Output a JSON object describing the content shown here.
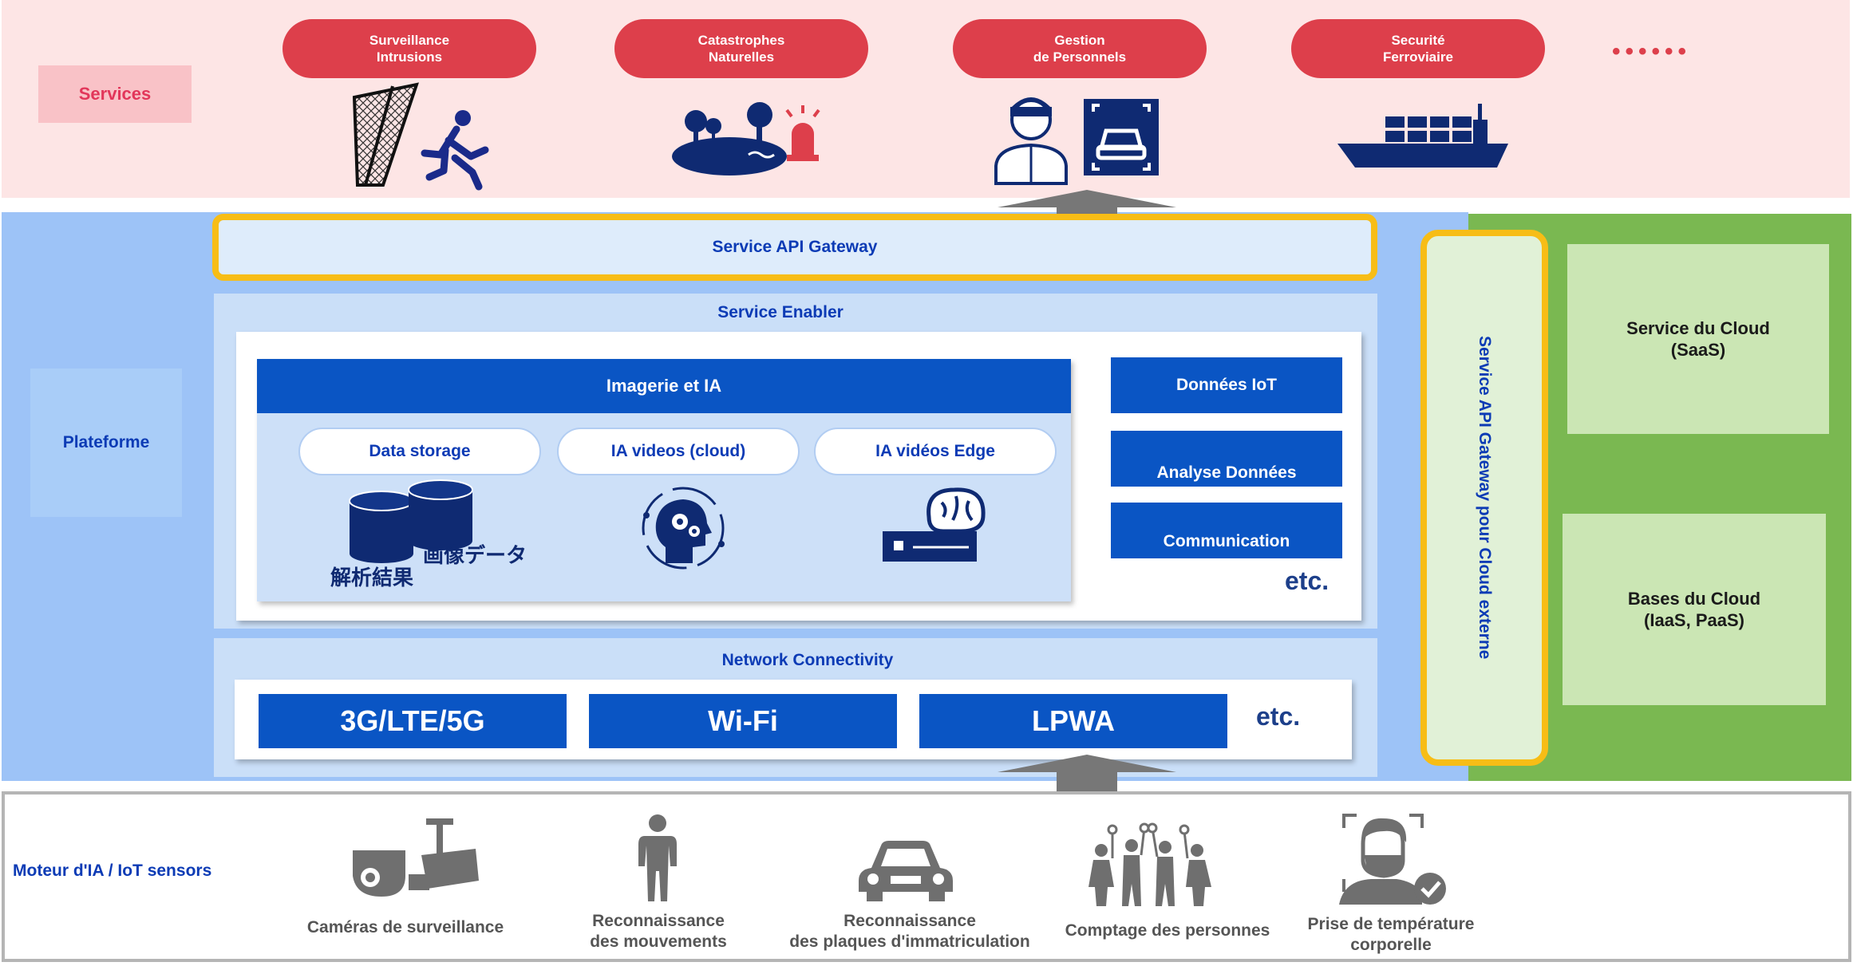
{
  "colors": {
    "services_band": "#fde5e5",
    "service_pill": "#dd3f4b",
    "platform_band": "#9dc3f7",
    "cloud_band": "#7ab851",
    "gateway_border": "#f7bd16",
    "primary_blue": "#0a55c4",
    "label_blue": "#0c3bb5"
  },
  "services": {
    "label": "Services",
    "items": [
      {
        "label": "Surveillance\nIntrusions",
        "icon": "fence-intruder-icon"
      },
      {
        "label": "Catastrophes\nNaturelles",
        "icon": "island-alarm-icon"
      },
      {
        "label": "Gestion\nde Personnels",
        "icon": "guard-car-scan-icon"
      },
      {
        "label": "Securité\nFerroviaire",
        "icon": "cargo-ship-icon"
      }
    ],
    "more": "••••••"
  },
  "platform": {
    "label": "Plateforme",
    "gateway": "Service API Gateway",
    "enabler": {
      "title": "Service Enabler",
      "imagerie": {
        "title": "Imagerie et IA",
        "items": [
          {
            "label": "Data storage",
            "icon": "database-icon"
          },
          {
            "label": "IA videos (cloud)",
            "icon": "ai-head-gears-icon"
          },
          {
            "label": "IA vidéos Edge",
            "icon": "edge-device-brain-icon"
          }
        ],
        "storage_caption_1": "画像データ",
        "storage_caption_2": "解析結果"
      },
      "side_items": [
        "Données IoT",
        "Analyse Données",
        "Communication"
      ],
      "etc": "etc."
    },
    "network": {
      "title": "Network Connectivity",
      "items": [
        "3G/LTE/5G",
        "Wi-Fi",
        "LPWA"
      ],
      "etc": "etc."
    }
  },
  "cloud": {
    "gateway": "Service API Gateway pour Cloud externe",
    "saas": "Service du Cloud\n(SaaS)",
    "iaas": "Bases du Cloud\n(IaaS, PaaS)"
  },
  "sensors": {
    "label": "Moteur d'IA / IoT sensors",
    "items": [
      {
        "label": "Caméras de surveillance",
        "icon": "surveillance-camera-icon"
      },
      {
        "label": "Reconnaissance\ndes mouvements",
        "icon": "person-icon"
      },
      {
        "label": "Reconnaissance\ndes plaques d'immatriculation",
        "icon": "car-icon"
      },
      {
        "label": "Comptage des personnes",
        "icon": "crowd-icon"
      },
      {
        "label": "Prise de température\ncorporelle",
        "icon": "face-temperature-icon"
      }
    ]
  }
}
